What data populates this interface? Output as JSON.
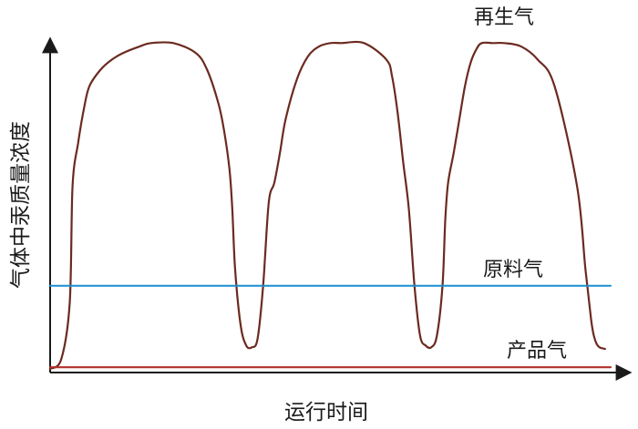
{
  "chart_data": {
    "type": "line",
    "title": "",
    "xlabel": "运行时间",
    "ylabel": "气体中汞质量浓度",
    "grid": false,
    "legend": "none",
    "x_range": [
      0,
      100
    ],
    "y_range": [
      0,
      100
    ],
    "colors": {
      "axis": "#1a1a1a",
      "regen": "#6b2a20",
      "feed": "#1a8fd0",
      "product": "#b0302a"
    },
    "series": [
      {
        "name": "再生气",
        "x": [
          0,
          2,
          3.5,
          4,
          5,
          6,
          7,
          9,
          11,
          13,
          16,
          18,
          22,
          26,
          28,
          30,
          31,
          32,
          32.5,
          33,
          34,
          35,
          36,
          37,
          38,
          39,
          40,
          41,
          42,
          44,
          46,
          48,
          50,
          52,
          56,
          60,
          61,
          62,
          63,
          64,
          65,
          66,
          67,
          68,
          69,
          70,
          70.5,
          71,
          72,
          73,
          74,
          75,
          76,
          77,
          79,
          81,
          84,
          87,
          90,
          94,
          95.5,
          96.5,
          97,
          97.5,
          98,
          98.5,
          99
        ],
        "y": [
          0,
          3,
          20,
          55,
          68,
          78,
          85,
          90,
          93,
          95,
          97,
          98,
          98,
          95,
          90,
          80,
          72,
          60,
          48,
          30,
          13,
          7,
          6.5,
          9,
          25,
          50,
          56,
          65,
          75,
          87,
          94,
          97,
          98,
          98,
          98,
          93,
          88,
          77,
          62,
          48,
          25,
          10,
          7,
          6.5,
          10,
          25,
          45,
          56,
          65,
          75,
          85,
          92,
          96,
          98,
          98,
          98,
          97,
          93,
          85,
          55,
          30,
          15,
          10,
          7.5,
          6.5,
          6.2,
          6
        ]
      },
      {
        "name": "原料气",
        "x": [
          0,
          100
        ],
        "y": [
          25,
          25
        ]
      },
      {
        "name": "产品气",
        "x": [
          0,
          100
        ],
        "y": [
          0.5,
          0.5
        ]
      }
    ]
  }
}
